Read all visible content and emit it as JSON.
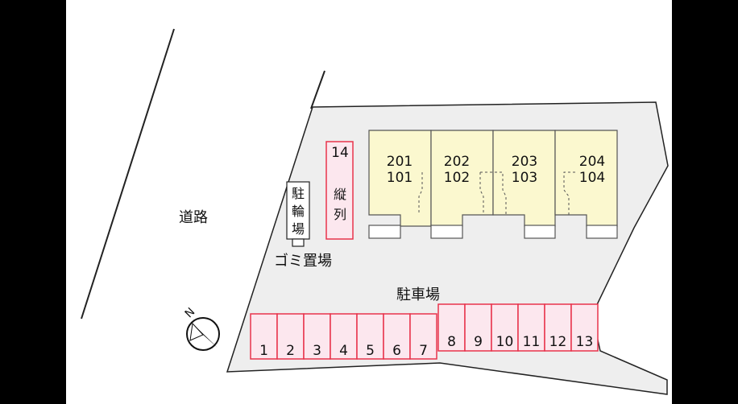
{
  "labels": {
    "road": "道路",
    "parking": "駐車場",
    "bike_parking": [
      "駐",
      "輪",
      "場"
    ],
    "garbage": "ゴミ置場",
    "north": "N"
  },
  "column_parking": {
    "number": "14",
    "label": [
      "縦",
      "列"
    ]
  },
  "units": [
    {
      "upper": "201",
      "lower": "101"
    },
    {
      "upper": "202",
      "lower": "102"
    },
    {
      "upper": "203",
      "lower": "103"
    },
    {
      "upper": "204",
      "lower": "104"
    }
  ],
  "parking_spots": [
    "1",
    "2",
    "3",
    "4",
    "5",
    "6",
    "7",
    "8",
    "9",
    "10",
    "11",
    "12",
    "13"
  ],
  "colors": {
    "background": "#ffffff",
    "lot": "#eeeeee",
    "building": "#fbf8cf",
    "spot_fill": "#fce7ee",
    "spot_stroke": "#e8334b",
    "outline": "#222222"
  }
}
